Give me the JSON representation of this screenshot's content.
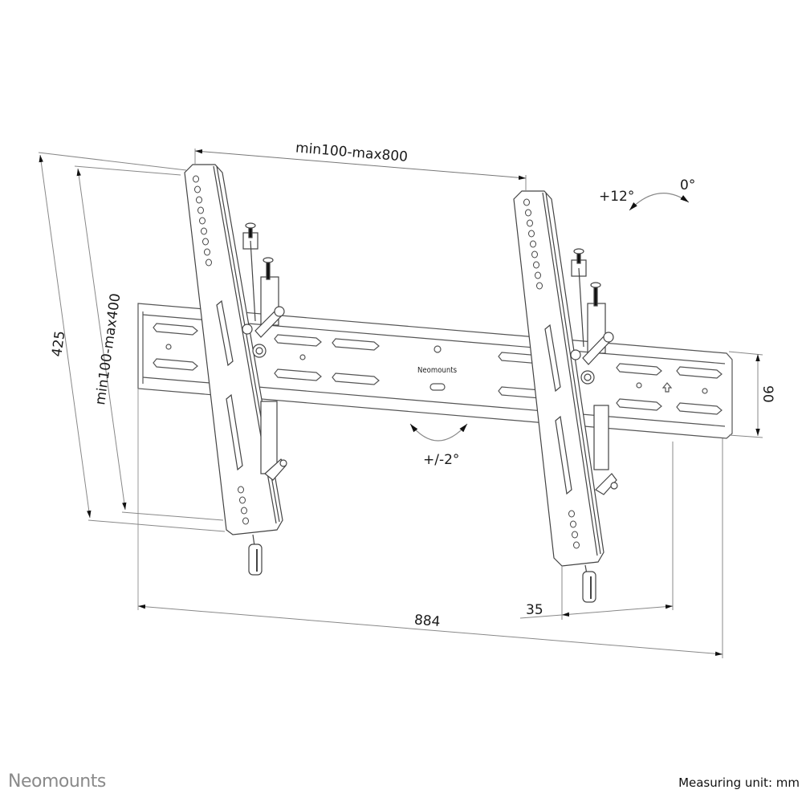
{
  "diagram": {
    "subject": "Tilt TV wall mount dimension drawing",
    "dimensions": {
      "top_width": "min100-max800",
      "left_outer_height": "425",
      "left_inner_height": "min100-max400",
      "rail_height": "90",
      "total_width": "884",
      "depth_offset": "35"
    },
    "angles": {
      "tilt_plus": "+12°",
      "tilt_zero": "0°",
      "level_adjust": "+/-2°"
    },
    "rail_logo": "Neomounts"
  },
  "footer": {
    "brand": "Neomounts",
    "unit": "Measuring unit: mm"
  },
  "colors": {
    "line": "#4a4a4a",
    "dim_line": "#888888",
    "arrow": "#111111",
    "brand_gray": "#8a8a8a"
  }
}
